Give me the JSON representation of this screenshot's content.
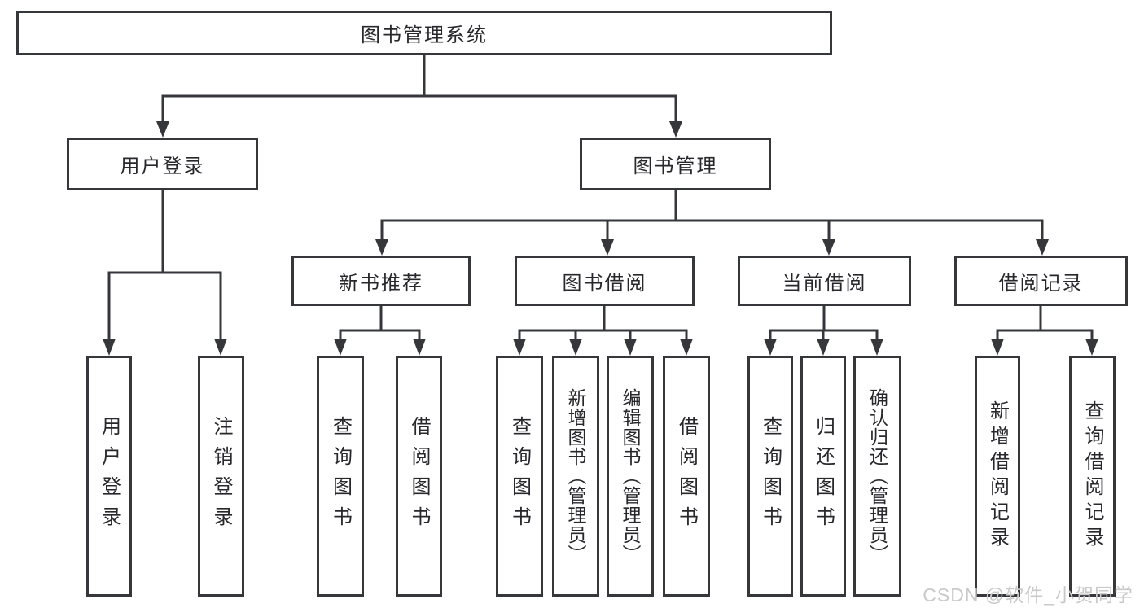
{
  "diagram": {
    "title_node": "图书管理系统",
    "watermark": "CSDN @软件_小贺同学",
    "colors": {
      "line": "#35373a",
      "box_border": "#35373a",
      "text": "#28282c",
      "background": "#ffffff",
      "watermark": "#c9c9c9"
    },
    "branches": {
      "user_login": {
        "label": "用户登录",
        "children": {
          "login": "用户登录",
          "logout": "注销登录"
        }
      },
      "book_management": {
        "label": "图书管理",
        "sections": {
          "new_book_recommend": {
            "label": "新书推荐",
            "children": {
              "query_book": "查询图书",
              "borrow_book": "借阅图书"
            }
          },
          "book_borrow": {
            "label": "图书借阅",
            "children": {
              "query_book": "查询图书",
              "add_book_admin": "新增图书（管理员）",
              "edit_book_admin": "编辑图书（管理员）",
              "borrow_book": "借阅图书"
            }
          },
          "current_borrow": {
            "label": "当前借阅",
            "children": {
              "query_book": "查询图书",
              "return_book": "归还图书",
              "confirm_return_admin": "确认归还（管理员）"
            }
          },
          "borrow_records": {
            "label": "借阅记录",
            "children": {
              "add_record": "新增借阅记录",
              "query_record": "查询借阅记录"
            }
          }
        }
      }
    }
  }
}
